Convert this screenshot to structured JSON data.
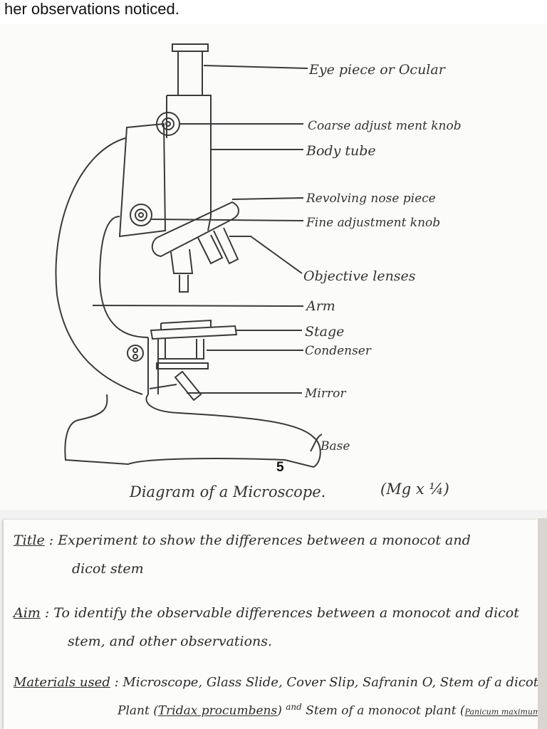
{
  "header": {
    "text": "her observations noticed."
  },
  "diagram": {
    "labels": {
      "eyepiece": "Eye piece or Ocular",
      "coarse": "Coarse adjust ment knob",
      "body_tube": "Body tube",
      "revolving": "Revolving nose piece",
      "fine": "Fine adjustment knob",
      "objective": "Objective lenses",
      "arm": "Arm",
      "stage": "Stage",
      "condenser": "Condenser",
      "mirror": "Mirror",
      "base": "Base"
    },
    "page_number": "5",
    "caption": "Diagram of a Microscope.",
    "magnification": "(Mg x ¼)"
  },
  "notes": {
    "title_label": "Title",
    "title_text1": "Experiment to show the differences between a monocot and",
    "title_text2": "dicot stem",
    "aim_label": "Aim",
    "aim_text1": "To identify the observable differences between a monocot and dicot",
    "aim_text2": "stem, and other observations.",
    "materials_label": "Materials used",
    "materials_text1": "Microscope, Glass Slide, Cover Slip, Safranin O, Stem of a dicot",
    "materials_text2a": "Plant (",
    "materials_species1": "Tridax procumbens",
    "materials_text2b": ")",
    "materials_and": "and",
    "materials_text2c": "Stem of a monocot plant (",
    "materials_species2": "Panicum maximum"
  }
}
